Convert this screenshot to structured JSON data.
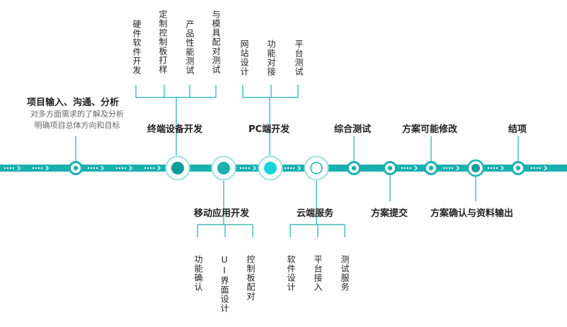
{
  "colors": {
    "accent": "#1bb0b0",
    "accent_dark": "#0e9d9d",
    "light": "#a8e2e2",
    "bright": "#19d3dc"
  },
  "intro": {
    "title": "项目输入、沟通、分析",
    "lines": [
      "对多方面需求的了解及分析",
      "明确项目总体方向和目标"
    ]
  },
  "terminal": {
    "title": "终端设备开发",
    "subs": [
      "硬件软件开发",
      "定制控制板打样",
      "产品性能测试",
      "与模具配对测试"
    ]
  },
  "pc": {
    "title": "PC端开发",
    "subs": [
      "网站设计",
      "功能对接",
      "平台测试"
    ]
  },
  "mobile": {
    "title": "移动应用开发",
    "subs": [
      "功能确认",
      "UI界面设计",
      "控制板配对"
    ]
  },
  "cloud": {
    "title": "云端服务",
    "subs": [
      "软件设计",
      "平台接入",
      "测试服务"
    ]
  },
  "milestones": {
    "test": "综合测试",
    "proposal": "方案提交",
    "modify": "方案可能修改",
    "confirm": "方案确认与资料输出",
    "end": "结项"
  }
}
